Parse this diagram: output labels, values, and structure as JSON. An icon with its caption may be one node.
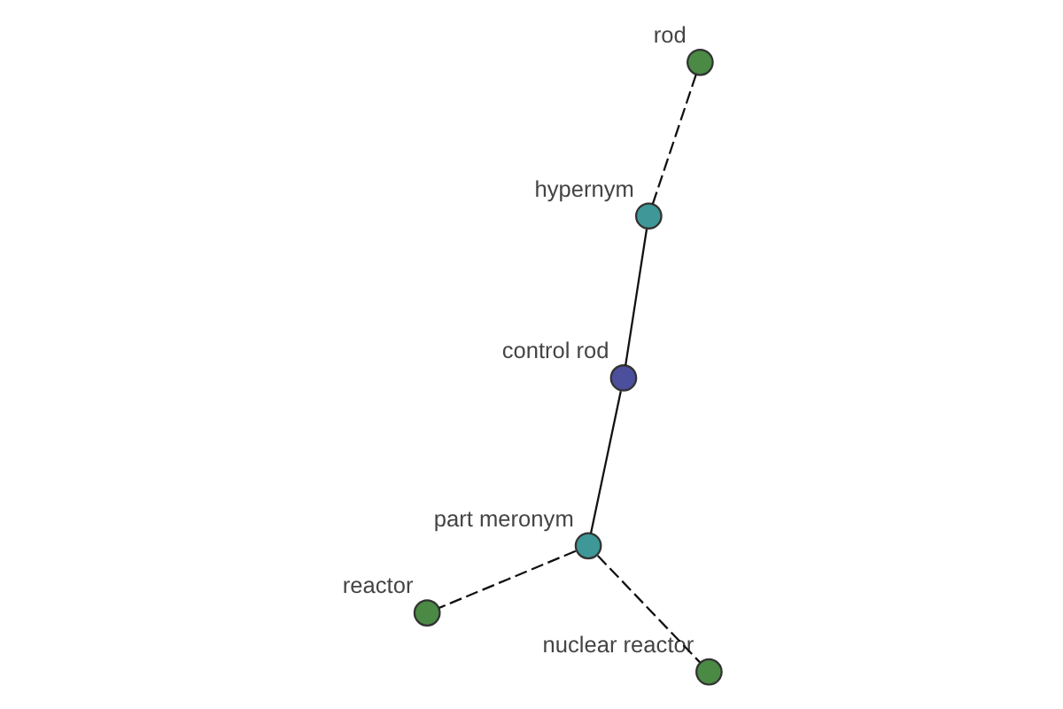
{
  "diagram": {
    "nodes": [
      {
        "text": [
          "control rod"
        ]
      },
      {
        "text": [
          "part meronym"
        ]
      },
      {
        "text": [
          "nuclear reactor"
        ]
      },
      {
        "text": [
          "reactor"
        ]
      },
      {
        "text": [
          "hypernym"
        ]
      },
      {
        "text": [
          "rod"
        ]
      }
    ],
    "edges": [
      {
        "from": 0,
        "to": 1,
        "arrow": "none"
      },
      {
        "from": 1,
        "to": 2,
        "arrow": "none",
        "style": "dashed"
      },
      {
        "from": 1,
        "to": 3,
        "arrow": "none",
        "style": "dashed"
      },
      {
        "from": 0,
        "to": 4,
        "arrow": "none"
      },
      {
        "from": 4,
        "to": 5,
        "arrow": "none",
        "style": "dashed"
      }
    ]
  }
}
